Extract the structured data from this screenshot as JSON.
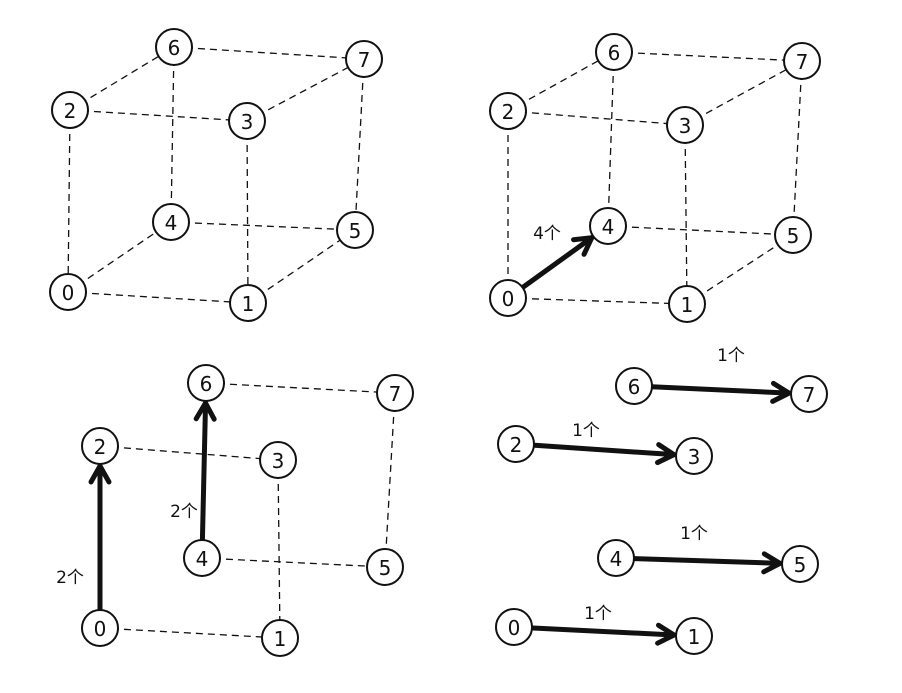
{
  "panels": [
    {
      "id": "panel-1",
      "nodes": [
        {
          "id": "6",
          "label": "6"
        },
        {
          "id": "7",
          "label": "7"
        },
        {
          "id": "2",
          "label": "2"
        },
        {
          "id": "3",
          "label": "3"
        },
        {
          "id": "4",
          "label": "4"
        },
        {
          "id": "5",
          "label": "5"
        },
        {
          "id": "0",
          "label": "0"
        },
        {
          "id": "1",
          "label": "1"
        }
      ],
      "edges": [
        [
          "2",
          "6"
        ],
        [
          "6",
          "7"
        ],
        [
          "2",
          "3"
        ],
        [
          "3",
          "7"
        ],
        [
          "2",
          "0"
        ],
        [
          "6",
          "4"
        ],
        [
          "3",
          "1"
        ],
        [
          "7",
          "5"
        ],
        [
          "0",
          "4"
        ],
        [
          "4",
          "5"
        ],
        [
          "0",
          "1"
        ],
        [
          "1",
          "5"
        ]
      ],
      "arrows": []
    },
    {
      "id": "panel-2",
      "nodes": [
        {
          "id": "6",
          "label": "6"
        },
        {
          "id": "7",
          "label": "7"
        },
        {
          "id": "2",
          "label": "2"
        },
        {
          "id": "3",
          "label": "3"
        },
        {
          "id": "4",
          "label": "4"
        },
        {
          "id": "5",
          "label": "5"
        },
        {
          "id": "0",
          "label": "0"
        },
        {
          "id": "1",
          "label": "1"
        }
      ],
      "edges": [
        [
          "2",
          "6"
        ],
        [
          "6",
          "7"
        ],
        [
          "2",
          "3"
        ],
        [
          "3",
          "7"
        ],
        [
          "2",
          "0"
        ],
        [
          "6",
          "4"
        ],
        [
          "3",
          "1"
        ],
        [
          "7",
          "5"
        ],
        [
          "4",
          "5"
        ],
        [
          "0",
          "1"
        ],
        [
          "1",
          "5"
        ]
      ],
      "arrows": [
        {
          "from": "0",
          "to": "4",
          "label": "4个"
        }
      ]
    },
    {
      "id": "panel-3",
      "nodes": [
        {
          "id": "6",
          "label": "6"
        },
        {
          "id": "7",
          "label": "7"
        },
        {
          "id": "2",
          "label": "2"
        },
        {
          "id": "3",
          "label": "3"
        },
        {
          "id": "4",
          "label": "4"
        },
        {
          "id": "5",
          "label": "5"
        },
        {
          "id": "0",
          "label": "0"
        },
        {
          "id": "1",
          "label": "1"
        }
      ],
      "edges": [
        [
          "6",
          "7"
        ],
        [
          "2",
          "3"
        ],
        [
          "3",
          "1"
        ],
        [
          "7",
          "5"
        ],
        [
          "4",
          "5"
        ],
        [
          "0",
          "1"
        ]
      ],
      "arrows": [
        {
          "from": "0",
          "to": "2",
          "label": "2个"
        },
        {
          "from": "4",
          "to": "6",
          "label": "2个"
        }
      ]
    },
    {
      "id": "panel-4",
      "nodes": [
        {
          "id": "6",
          "label": "6"
        },
        {
          "id": "7",
          "label": "7"
        },
        {
          "id": "2",
          "label": "2"
        },
        {
          "id": "3",
          "label": "3"
        },
        {
          "id": "4",
          "label": "4"
        },
        {
          "id": "5",
          "label": "5"
        },
        {
          "id": "0",
          "label": "0"
        },
        {
          "id": "1",
          "label": "1"
        }
      ],
      "edges": [],
      "arrows": [
        {
          "from": "6",
          "to": "7",
          "label": "1个"
        },
        {
          "from": "2",
          "to": "3",
          "label": "1个"
        },
        {
          "from": "4",
          "to": "5",
          "label": "1个"
        },
        {
          "from": "0",
          "to": "1",
          "label": "1个"
        }
      ]
    }
  ]
}
